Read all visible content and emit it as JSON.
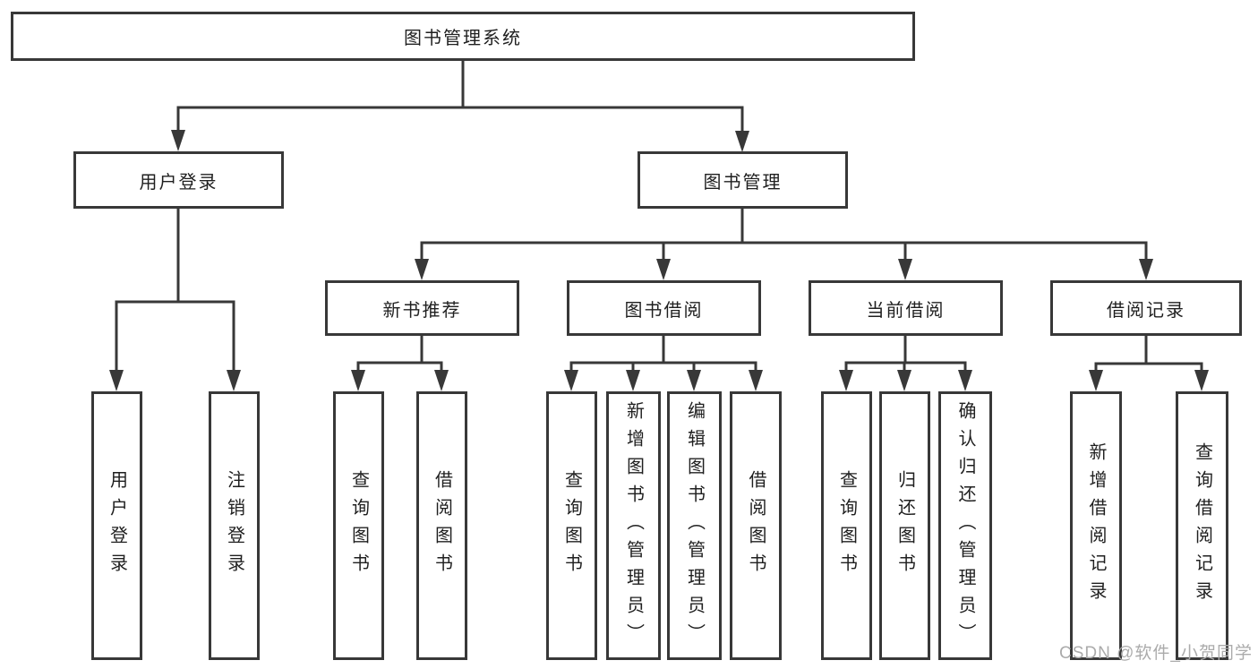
{
  "diagram_type": "tree",
  "tree": {
    "root": {
      "label": "图书管理系统"
    },
    "branches": [
      {
        "label": "用户登录",
        "children": [
          {
            "label": "用户登录"
          },
          {
            "label": "注销登录"
          }
        ]
      },
      {
        "label": "图书管理",
        "children": [
          {
            "label": "新书推荐",
            "children": [
              {
                "label": "查询图书"
              },
              {
                "label": "借阅图书"
              }
            ]
          },
          {
            "label": "图书借阅",
            "children": [
              {
                "label": "查询图书"
              },
              {
                "label": "新增图书（管理员）"
              },
              {
                "label": "编辑图书（管理员）"
              },
              {
                "label": "借阅图书"
              }
            ]
          },
          {
            "label": "当前借阅",
            "children": [
              {
                "label": "查询图书"
              },
              {
                "label": "归还图书"
              },
              {
                "label": "确认归还（管理员）"
              }
            ]
          },
          {
            "label": "借阅记录",
            "children": [
              {
                "label": "新增借阅记录"
              },
              {
                "label": "查询借阅记录"
              }
            ]
          }
        ]
      }
    ]
  },
  "watermark": {
    "text": "CSDN @软件_小贺同学"
  },
  "colors": {
    "line": "#383838",
    "box_border": "#383838",
    "text": "#1f1f1f",
    "watermark": "#ababab",
    "background": "#ffffff"
  }
}
